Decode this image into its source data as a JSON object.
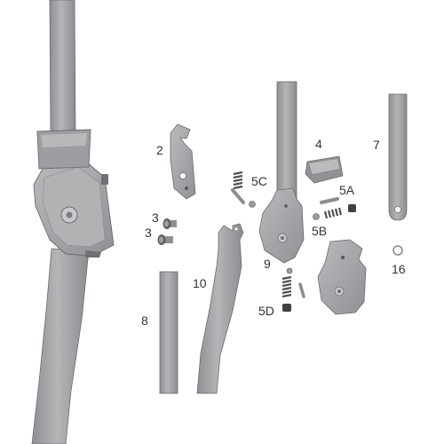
{
  "diagram": {
    "labels": {
      "l2": "2",
      "l3a": "3",
      "l3b": "3",
      "l4": "4",
      "l5a": "5A",
      "l5b": "5B",
      "l5c": "5C",
      "l5d": "5D",
      "l7": "7",
      "l8": "8",
      "l9": "9",
      "l10": "10",
      "l16": "16"
    },
    "colors": {
      "metal": "#a7a9ab",
      "metal_dark": "#7d7f82",
      "metal_light": "#c9cbcd",
      "outline": "#6a6c6f",
      "label": "#333333"
    }
  }
}
